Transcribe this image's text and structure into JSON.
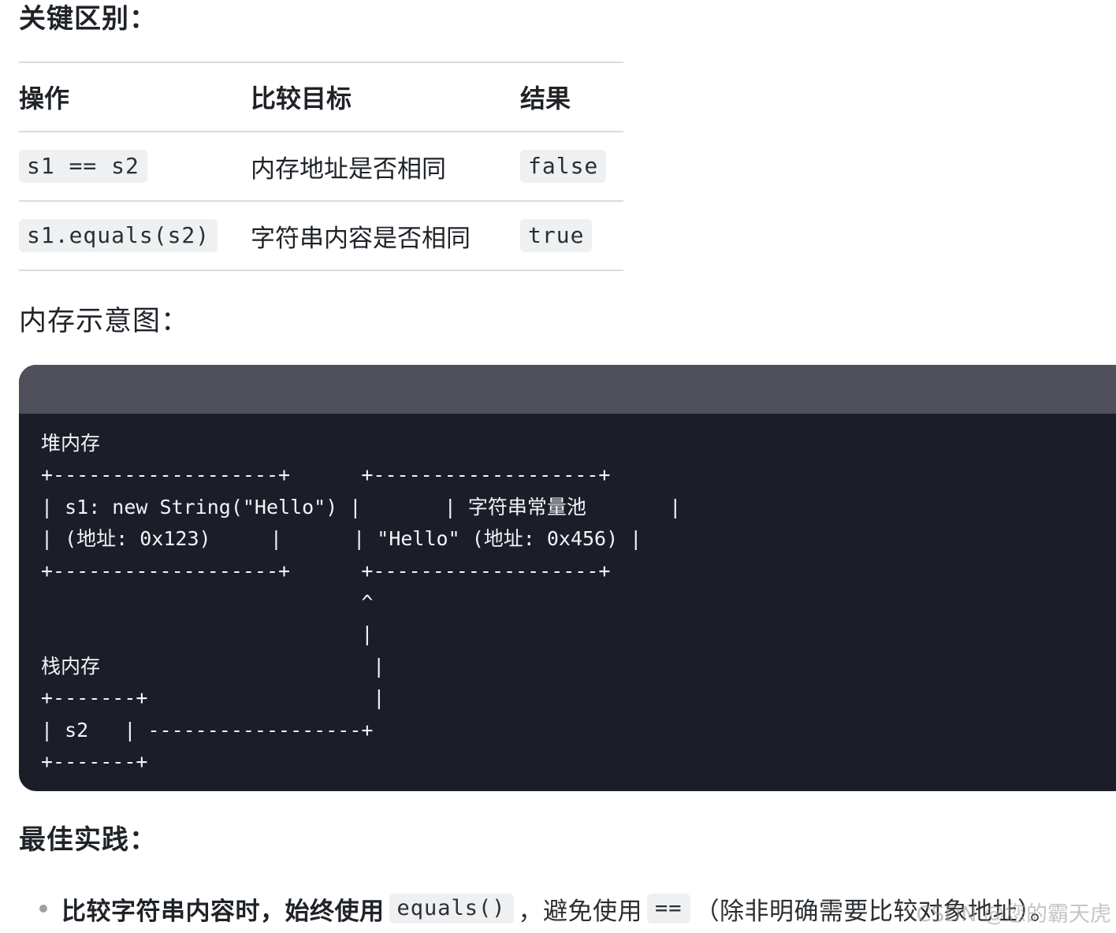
{
  "sections": {
    "key_diff_heading": "关键区别：",
    "memory_heading": "内存示意图：",
    "best_practice_heading": "最佳实践："
  },
  "table": {
    "headers": [
      "操作",
      "比较目标",
      "结果"
    ],
    "rows": [
      {
        "op": "s1 == s2",
        "target": "内存地址是否相同",
        "result": "false"
      },
      {
        "op": "s1.equals(s2)",
        "target": "字符串内容是否相同",
        "result": "true"
      }
    ]
  },
  "code_block": {
    "lines": [
      "堆内存",
      "+-------------------+      +-------------------+",
      "| s1: new String(\"Hello\") |       | 字符串常量池       |",
      "| (地址: 0x123)     |      | \"Hello\" (地址: 0x456) |",
      "+-------------------+      +-------------------+",
      "                           ^",
      "                           |",
      "栈内存                       |",
      "+-------+                   |",
      "| s2   | ------------------+",
      "+-------+"
    ]
  },
  "best_practice": {
    "strong_text": "比较字符串内容时，始终使用",
    "code1": "equals()",
    "sep": "，避免使用",
    "code2": "==",
    "tail": "（除非明确需要比较对象地址）。"
  },
  "watermark": "CSDN @您的霸天虎"
}
